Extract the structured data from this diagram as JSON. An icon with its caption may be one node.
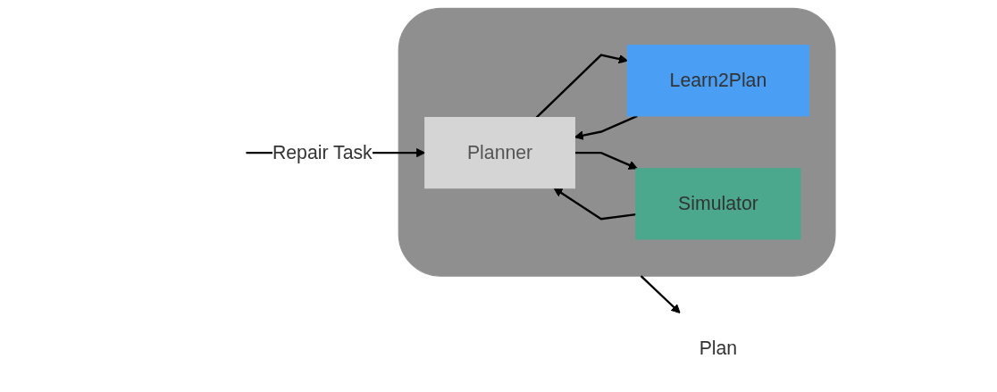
{
  "diagram": {
    "nodes": [
      {
        "text": [],
        "shape": "box"
      },
      {
        "text": [
          "Planner"
        ],
        "in": 0
      },
      {
        "text": [
          "Learn2Plan"
        ],
        "in": 0
      },
      {
        "text": [
          "Simulator"
        ],
        "in": 0
      },
      {
        "text": [
          "Plan"
        ]
      }
    ],
    "edges": [
      {
        "from": null,
        "to": 1,
        "arrow": "to",
        "label": "Repair Task"
      },
      {
        "from": 1,
        "to": 2,
        "arrow": "to"
      },
      {
        "from": 2,
        "to": 1,
        "arrow": "to"
      },
      {
        "from": 1,
        "to": 3,
        "arrow": "to"
      },
      {
        "from": 3,
        "to": 1,
        "arrow": "to"
      },
      {
        "from": 0,
        "to": 4,
        "arrow": "to"
      }
    ]
  }
}
